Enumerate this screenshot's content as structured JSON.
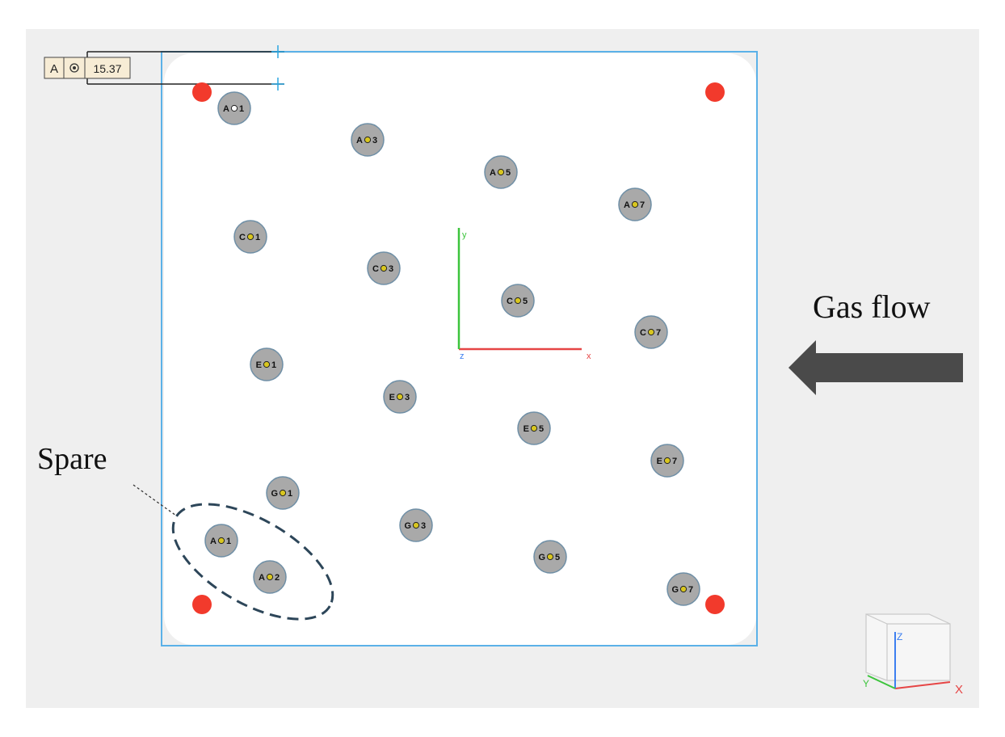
{
  "dimension": {
    "datum": "A",
    "symbol_icon": "position-circle-icon",
    "value": "15.37"
  },
  "labels": {
    "gas_flow": "Gas flow",
    "spare": "Spare"
  },
  "axes": {
    "x": "x",
    "y": "y",
    "z": "z"
  },
  "view_cube": {
    "x": "X",
    "y": "Y",
    "z": "Z"
  },
  "holes": [
    {
      "id": "A1",
      "label": "A1",
      "marker": "hollow"
    },
    {
      "id": "A3",
      "label": "A3",
      "marker": "filled"
    },
    {
      "id": "A5",
      "label": "A5",
      "marker": "filled"
    },
    {
      "id": "A7",
      "label": "A7",
      "marker": "filled"
    },
    {
      "id": "C1",
      "label": "C1",
      "marker": "filled"
    },
    {
      "id": "C3",
      "label": "C3",
      "marker": "filled"
    },
    {
      "id": "C5",
      "label": "C5",
      "marker": "filled"
    },
    {
      "id": "C7",
      "label": "C7",
      "marker": "filled"
    },
    {
      "id": "E1",
      "label": "E1",
      "marker": "filled"
    },
    {
      "id": "E3",
      "label": "E3",
      "marker": "filled"
    },
    {
      "id": "E5",
      "label": "E5",
      "marker": "filled"
    },
    {
      "id": "E7",
      "label": "E7",
      "marker": "filled"
    },
    {
      "id": "G1",
      "label": "G1",
      "marker": "filled"
    },
    {
      "id": "G3",
      "label": "G3",
      "marker": "filled"
    },
    {
      "id": "G5",
      "label": "G5",
      "marker": "filled"
    },
    {
      "id": "G7",
      "label": "G7",
      "marker": "filled"
    },
    {
      "id": "spare-1",
      "label": "A1",
      "marker": "filled"
    },
    {
      "id": "spare-2",
      "label": "A2",
      "marker": "filled"
    }
  ],
  "colors": {
    "hole_fill": "#a9a9a9",
    "corner_marker": "#f23a2c",
    "plate_outline": "#5bb1e8",
    "axis_x": "#e64545",
    "axis_y": "#3cc43c",
    "axis_z": "#3d7ff0",
    "arrow": "#4a4a4a"
  }
}
